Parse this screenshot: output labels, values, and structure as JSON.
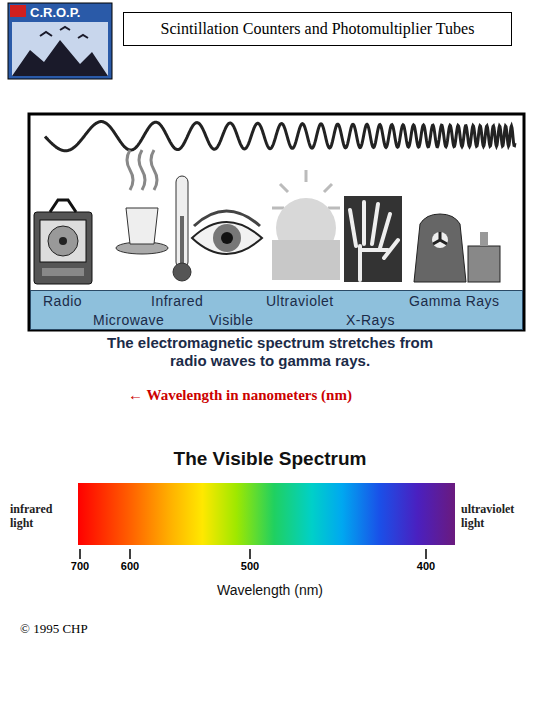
{
  "diagram": {
    "title": "Scintillation Counters and Photomultiplier Tubes",
    "caption": "The electromagnetic spectrum stretches from radio waves to gamma rays.",
    "nodes": [
      {
        "text": [
          "Radio",
          "Infrared",
          "Ultraviolet",
          "Gamma Rays",
          "Microwave",
          "Visible",
          "X-Rays"
        ]
      }
    ],
    "labels": [
      "C.R.O.P.",
      "← Wavelength in nanometers (nm)",
      "The Visible Spectrum",
      "infrared light",
      "ultraviolet light",
      "700",
      "600",
      "500",
      "400",
      "Wavelength (nm)",
      "© 1995 CHP"
    ]
  }
}
